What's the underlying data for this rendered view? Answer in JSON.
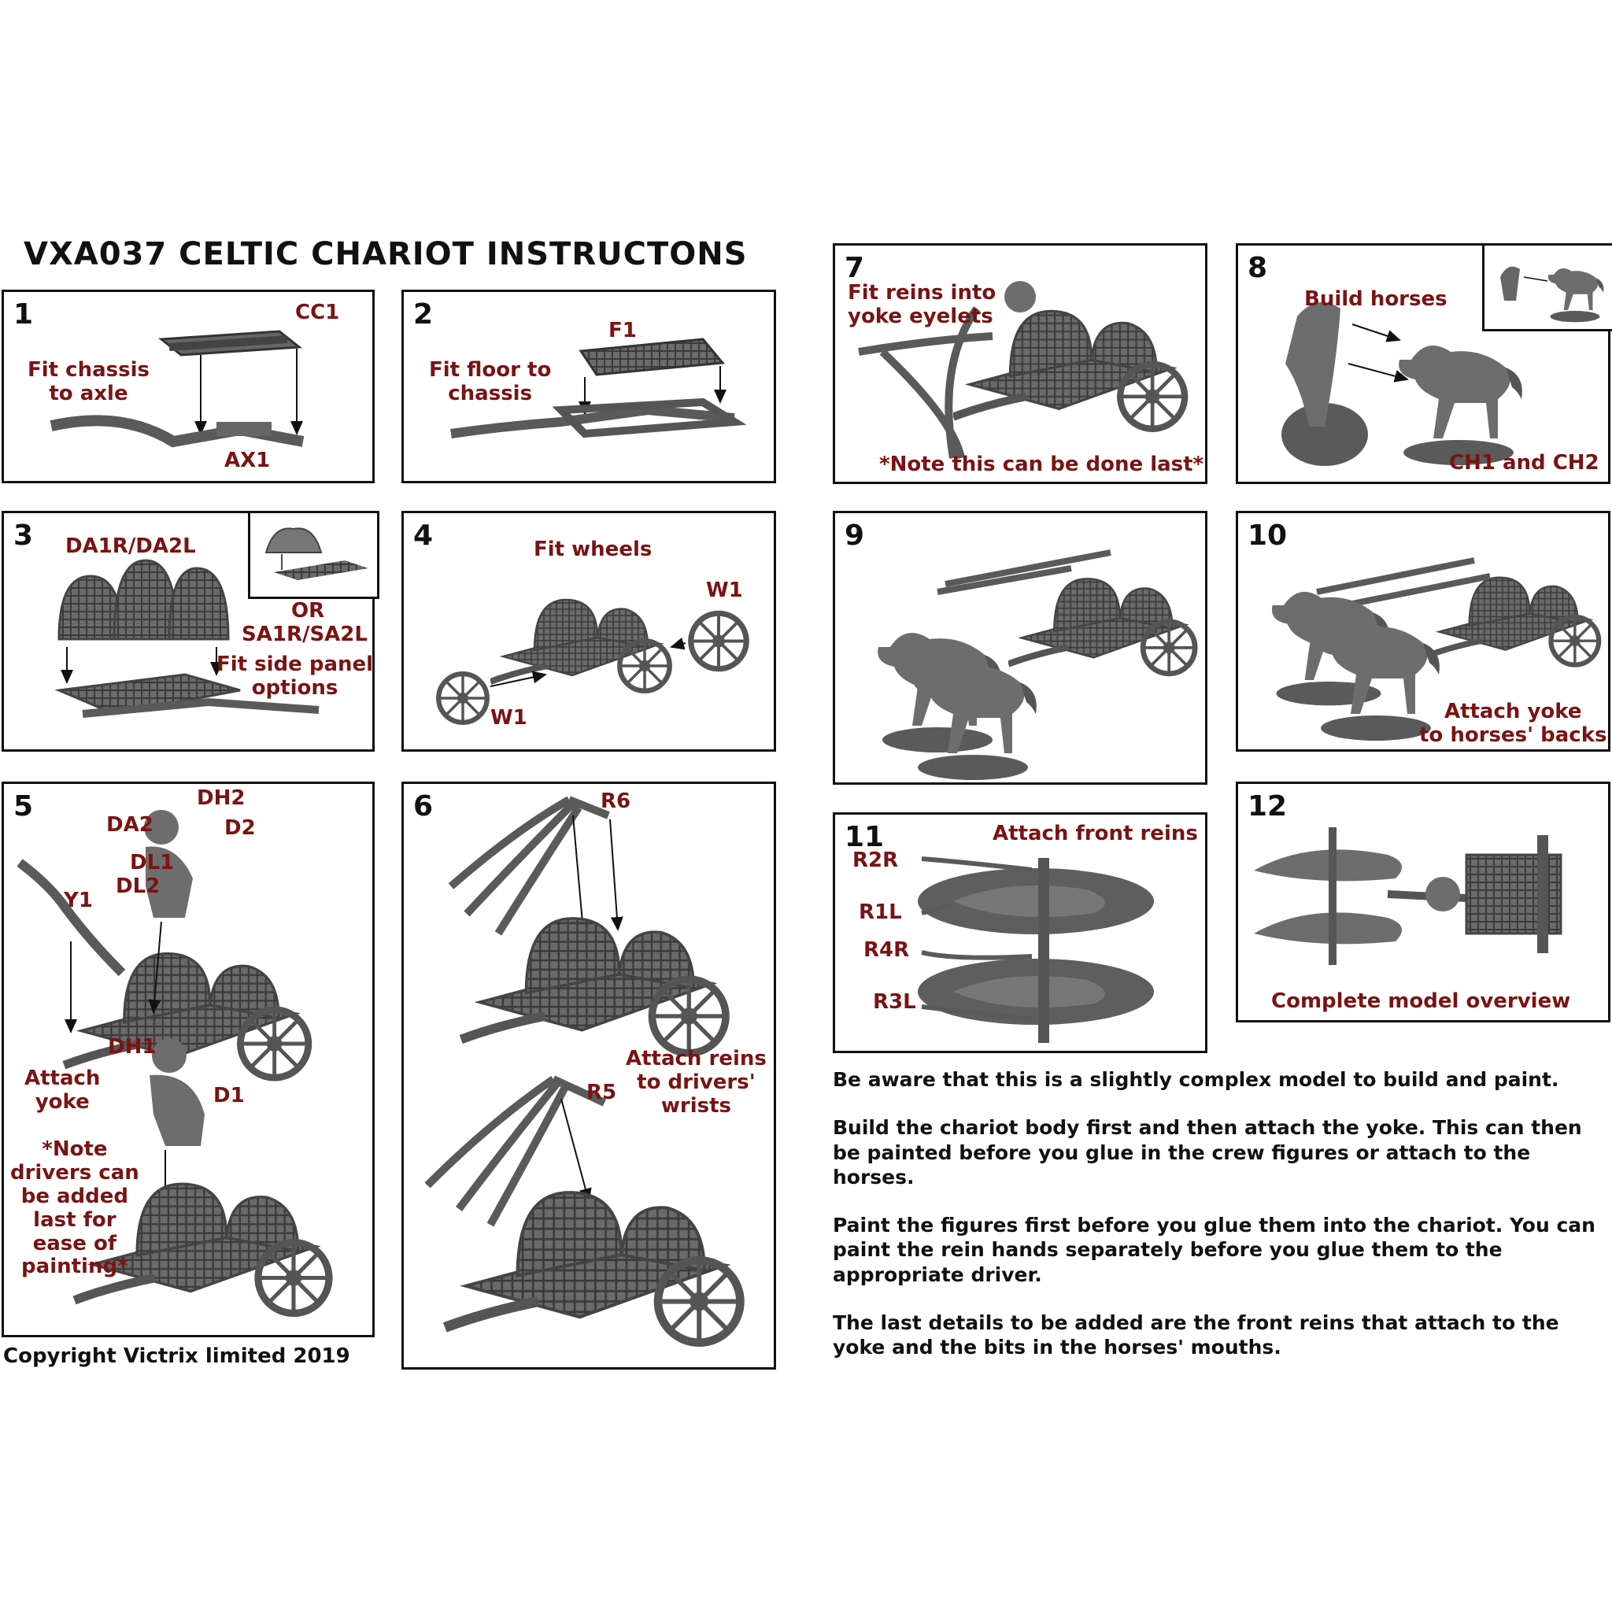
{
  "title": "VXA037 CELTIC CHARIOT INSTRUCTONS",
  "steps": [
    {
      "num": "1",
      "labels": [
        "CC1",
        "Fit chassis\nto axle",
        "AX1"
      ]
    },
    {
      "num": "2",
      "labels": [
        "F1",
        "Fit floor to\nchassis"
      ]
    },
    {
      "num": "3",
      "labels": [
        "DA1R/DA2L",
        "OR",
        "SA1R/SA2L",
        "Fit side panel\noptions"
      ]
    },
    {
      "num": "4",
      "labels": [
        "Fit wheels",
        "W1",
        "W1"
      ]
    },
    {
      "num": "5",
      "labels": [
        "DH2",
        "DA2",
        "D2",
        "DL1",
        "DL2",
        "Y1",
        "DH1",
        "D1",
        "Attach\nyoke",
        "*Note\ndrivers can\nbe added\nlast for\nease of\npainting*"
      ]
    },
    {
      "num": "6",
      "labels": [
        "R6",
        "R5",
        "Attach reins\nto drivers'\nwrists"
      ]
    },
    {
      "num": "7",
      "labels": [
        "Fit reins into\nyoke eyelets",
        "*Note this can be done last*"
      ]
    },
    {
      "num": "8",
      "labels": [
        "Build horses",
        "CH1 and CH2"
      ]
    },
    {
      "num": "9",
      "labels": []
    },
    {
      "num": "10",
      "labels": [
        "Attach yoke\nto horses' backs"
      ]
    },
    {
      "num": "11",
      "labels": [
        "Attach front reins",
        "R2R",
        "R1L",
        "R4R",
        "R3L"
      ]
    },
    {
      "num": "12",
      "labels": [
        "Complete model overview"
      ]
    }
  ],
  "notes": [
    "Be aware that this is a slightly complex model to build and paint.",
    "Build the chariot body first and then attach the yoke. This can then be painted before you glue in the crew figures or attach to the horses.",
    "Paint the figures first before you glue them into the chariot. You can paint the rein hands separately before you glue them to the appropriate driver.",
    "The last details to be added are the front reins that attach to the yoke and the bits in the horses' mouths."
  ],
  "copyright": "Copyright Victrix limited 2019"
}
